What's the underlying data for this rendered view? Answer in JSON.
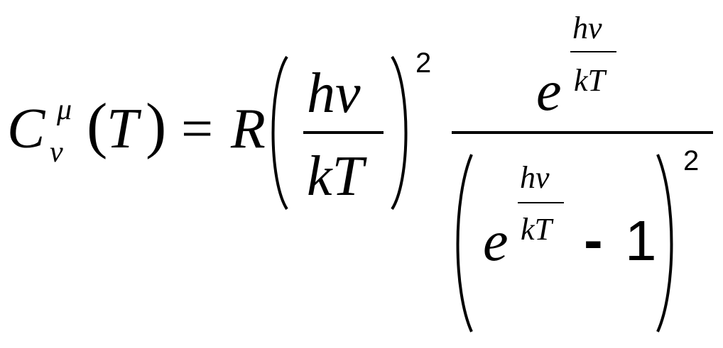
{
  "formula": {
    "lhs": {
      "symbol": "C",
      "subscript": "ν",
      "superscript": "μ",
      "open_paren": "(",
      "argument": "T",
      "close_paren": ")"
    },
    "equals": "=",
    "coefficient": "R",
    "fraction_term": {
      "numerator": "hν",
      "denominator": "kT",
      "exponent": "2"
    },
    "big_fraction": {
      "numerator": {
        "base": "e",
        "exponent_numerator": "hν",
        "exponent_denominator": "kT"
      },
      "denominator": {
        "base": "e",
        "exponent_numerator": "hν",
        "exponent_denominator": "kT",
        "minus": "-",
        "one": "1",
        "exponent": "2"
      }
    }
  }
}
